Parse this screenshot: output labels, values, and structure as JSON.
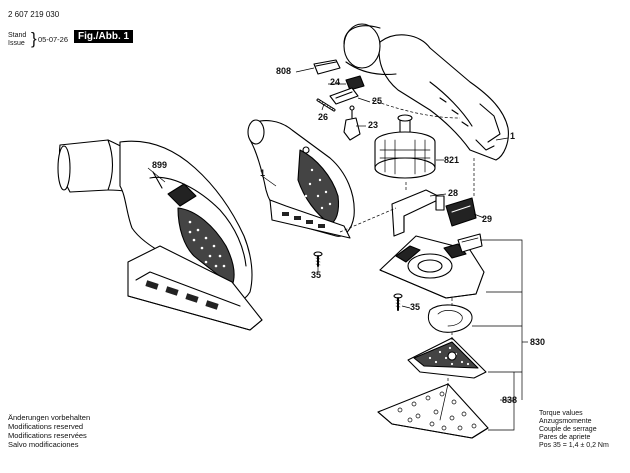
{
  "header": {
    "doc_number": "2 607 219 030",
    "stand_label": "Stand",
    "issue_label": "Issue",
    "date": "05-07-26",
    "figure_label": "Fig./Abb. 1"
  },
  "part_labels": {
    "p899": "899",
    "p808": "808",
    "p24": "24",
    "p25": "25",
    "p26": "26",
    "p23": "23",
    "p1a": "1",
    "p1b": "1",
    "p821": "821",
    "p28": "28",
    "p29": "29",
    "p35a": "35",
    "p35b": "35",
    "p830": "830",
    "p838": "838"
  },
  "notes": [
    "Änderungen vorbehalten",
    "Modifications reserved",
    "Modifications reservées",
    "Salvo modificaciones"
  ],
  "torque": [
    "Torque values",
    "Anzugsmomente",
    "Couple de serrage",
    "Pares de apriete",
    "Pos   35  = 1,4 ± 0,2 Nm"
  ]
}
